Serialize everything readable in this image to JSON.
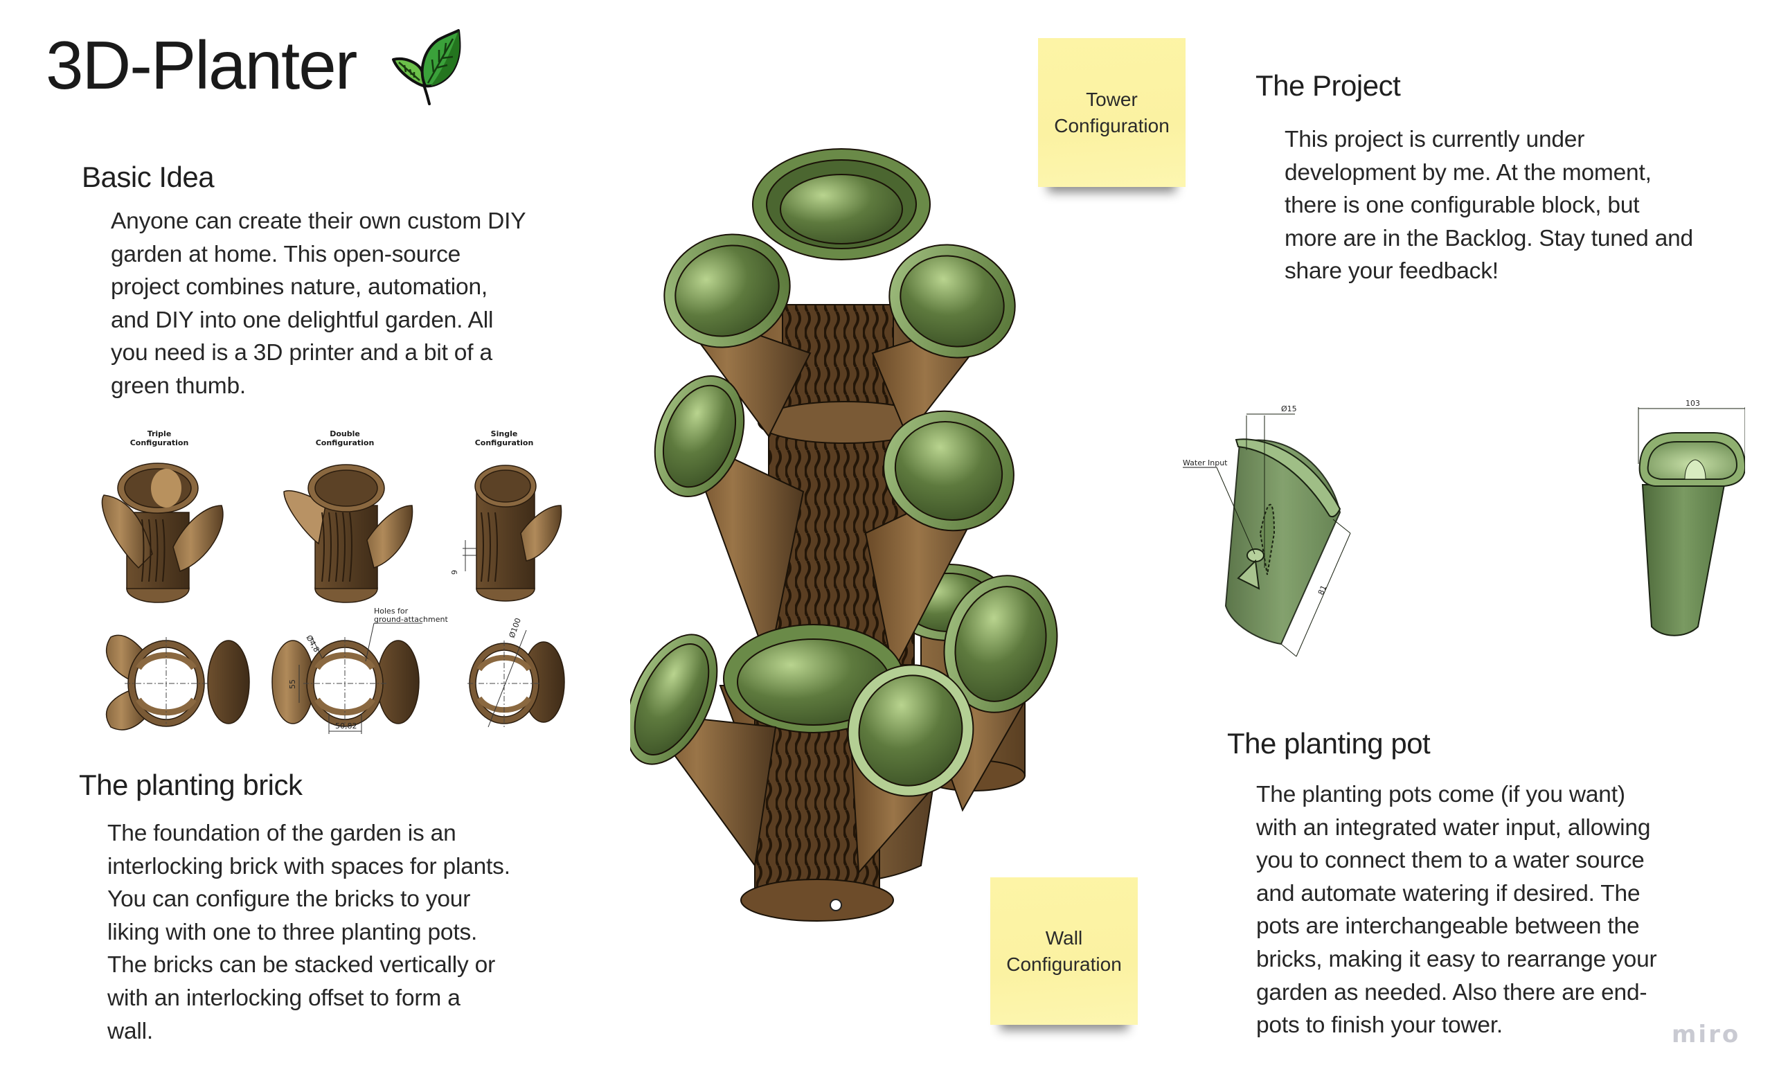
{
  "board": {
    "title": "3D-Planter",
    "title_icon": "leaf-icon",
    "watermark": "miro"
  },
  "colors": {
    "brick_brown": "#7a5a36",
    "brick_brown_dark": "#4a3520",
    "pot_green": "#5f7a48",
    "pot_green_light": "#a9c48a",
    "sticky_yellow": "#fdf4a6",
    "text": "#1f1f1f",
    "watermark": "#c9cad2"
  },
  "basic_idea": {
    "heading": "Basic Idea",
    "lines": [
      "Anyone can create their own custom DIY",
      "garden at home. This open-source",
      "project combines nature, automation,",
      "and DIY into one delightful garden. All",
      "you need is a 3D printer and a bit of a",
      "green thumb."
    ]
  },
  "configurations": {
    "items": [
      {
        "label_line1": "Triple",
        "label_line2": "Configuration"
      },
      {
        "label_line1": "Double",
        "label_line2": "Configuration"
      },
      {
        "label_line1": "Single",
        "label_line2": "Configuration"
      }
    ],
    "annotations": {
      "holes_line1": "Holes for",
      "holes_line2": "ground-attachment",
      "hole_diameter": "Ø4,8",
      "outer_diameter": "Ø100",
      "spacing_vertical": "55",
      "spacing_horizontal": "50,82",
      "height_dim": "9"
    }
  },
  "planting_brick": {
    "heading": "The planting brick",
    "lines": [
      "The foundation of the garden is an",
      "interlocking brick with spaces for plants.",
      "You can configure the bricks to your",
      "liking with one to three planting pots.",
      "The bricks can be stacked vertically or",
      "with an interlocking offset to form a",
      "wall."
    ]
  },
  "sticky_notes": {
    "tower": {
      "line1": "Tower",
      "line2": "Configuration"
    },
    "wall": {
      "line1": "Wall",
      "line2": "Configuration"
    }
  },
  "project": {
    "heading": "The Project",
    "lines": [
      "This project is currently under",
      "development by me. At the moment,",
      "there is one configurable block, but",
      "more are in the Backlog. Stay tuned and",
      "share your feedback!"
    ]
  },
  "pot_drawing": {
    "water_input_label": "Water Input",
    "inlet_diameter": "Ø15",
    "height_dim": "81",
    "width_dim": "103"
  },
  "planting_pot": {
    "heading": "The planting pot",
    "lines": [
      "The planting pots come (if you want)",
      "with an integrated water input, allowing",
      "you to connect them to a water source",
      "and automate watering if desired. The",
      "pots are interchangeable between the",
      "bricks, making it easy to rearrange your",
      "garden as needed. Also there are end-",
      "pots to finish your tower."
    ]
  }
}
